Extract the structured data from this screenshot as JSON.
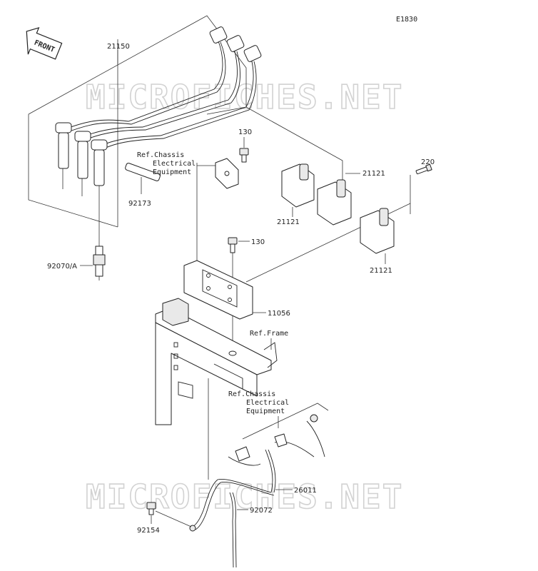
{
  "diagram_code": "E1830",
  "front_label": "FRONT",
  "watermark": "MICROFICHES.NET",
  "parts": {
    "p21150": "21150",
    "p130a": "130",
    "p130b": "130",
    "p220": "220",
    "p21121a": "21121",
    "p21121b": "21121",
    "p21121c": "21121",
    "p92173": "92173",
    "p92070": "92070/A",
    "p11056": "11056",
    "p26011": "26011",
    "p92072": "92072",
    "p92154": "92154"
  },
  "refs": {
    "chassis_top": [
      "Ref.Chassis",
      "Electrical",
      "Equipment"
    ],
    "frame": "Ref.Frame",
    "chassis_bottom": [
      "Ref.Chassis",
      "Electrical",
      "Equipment"
    ]
  }
}
